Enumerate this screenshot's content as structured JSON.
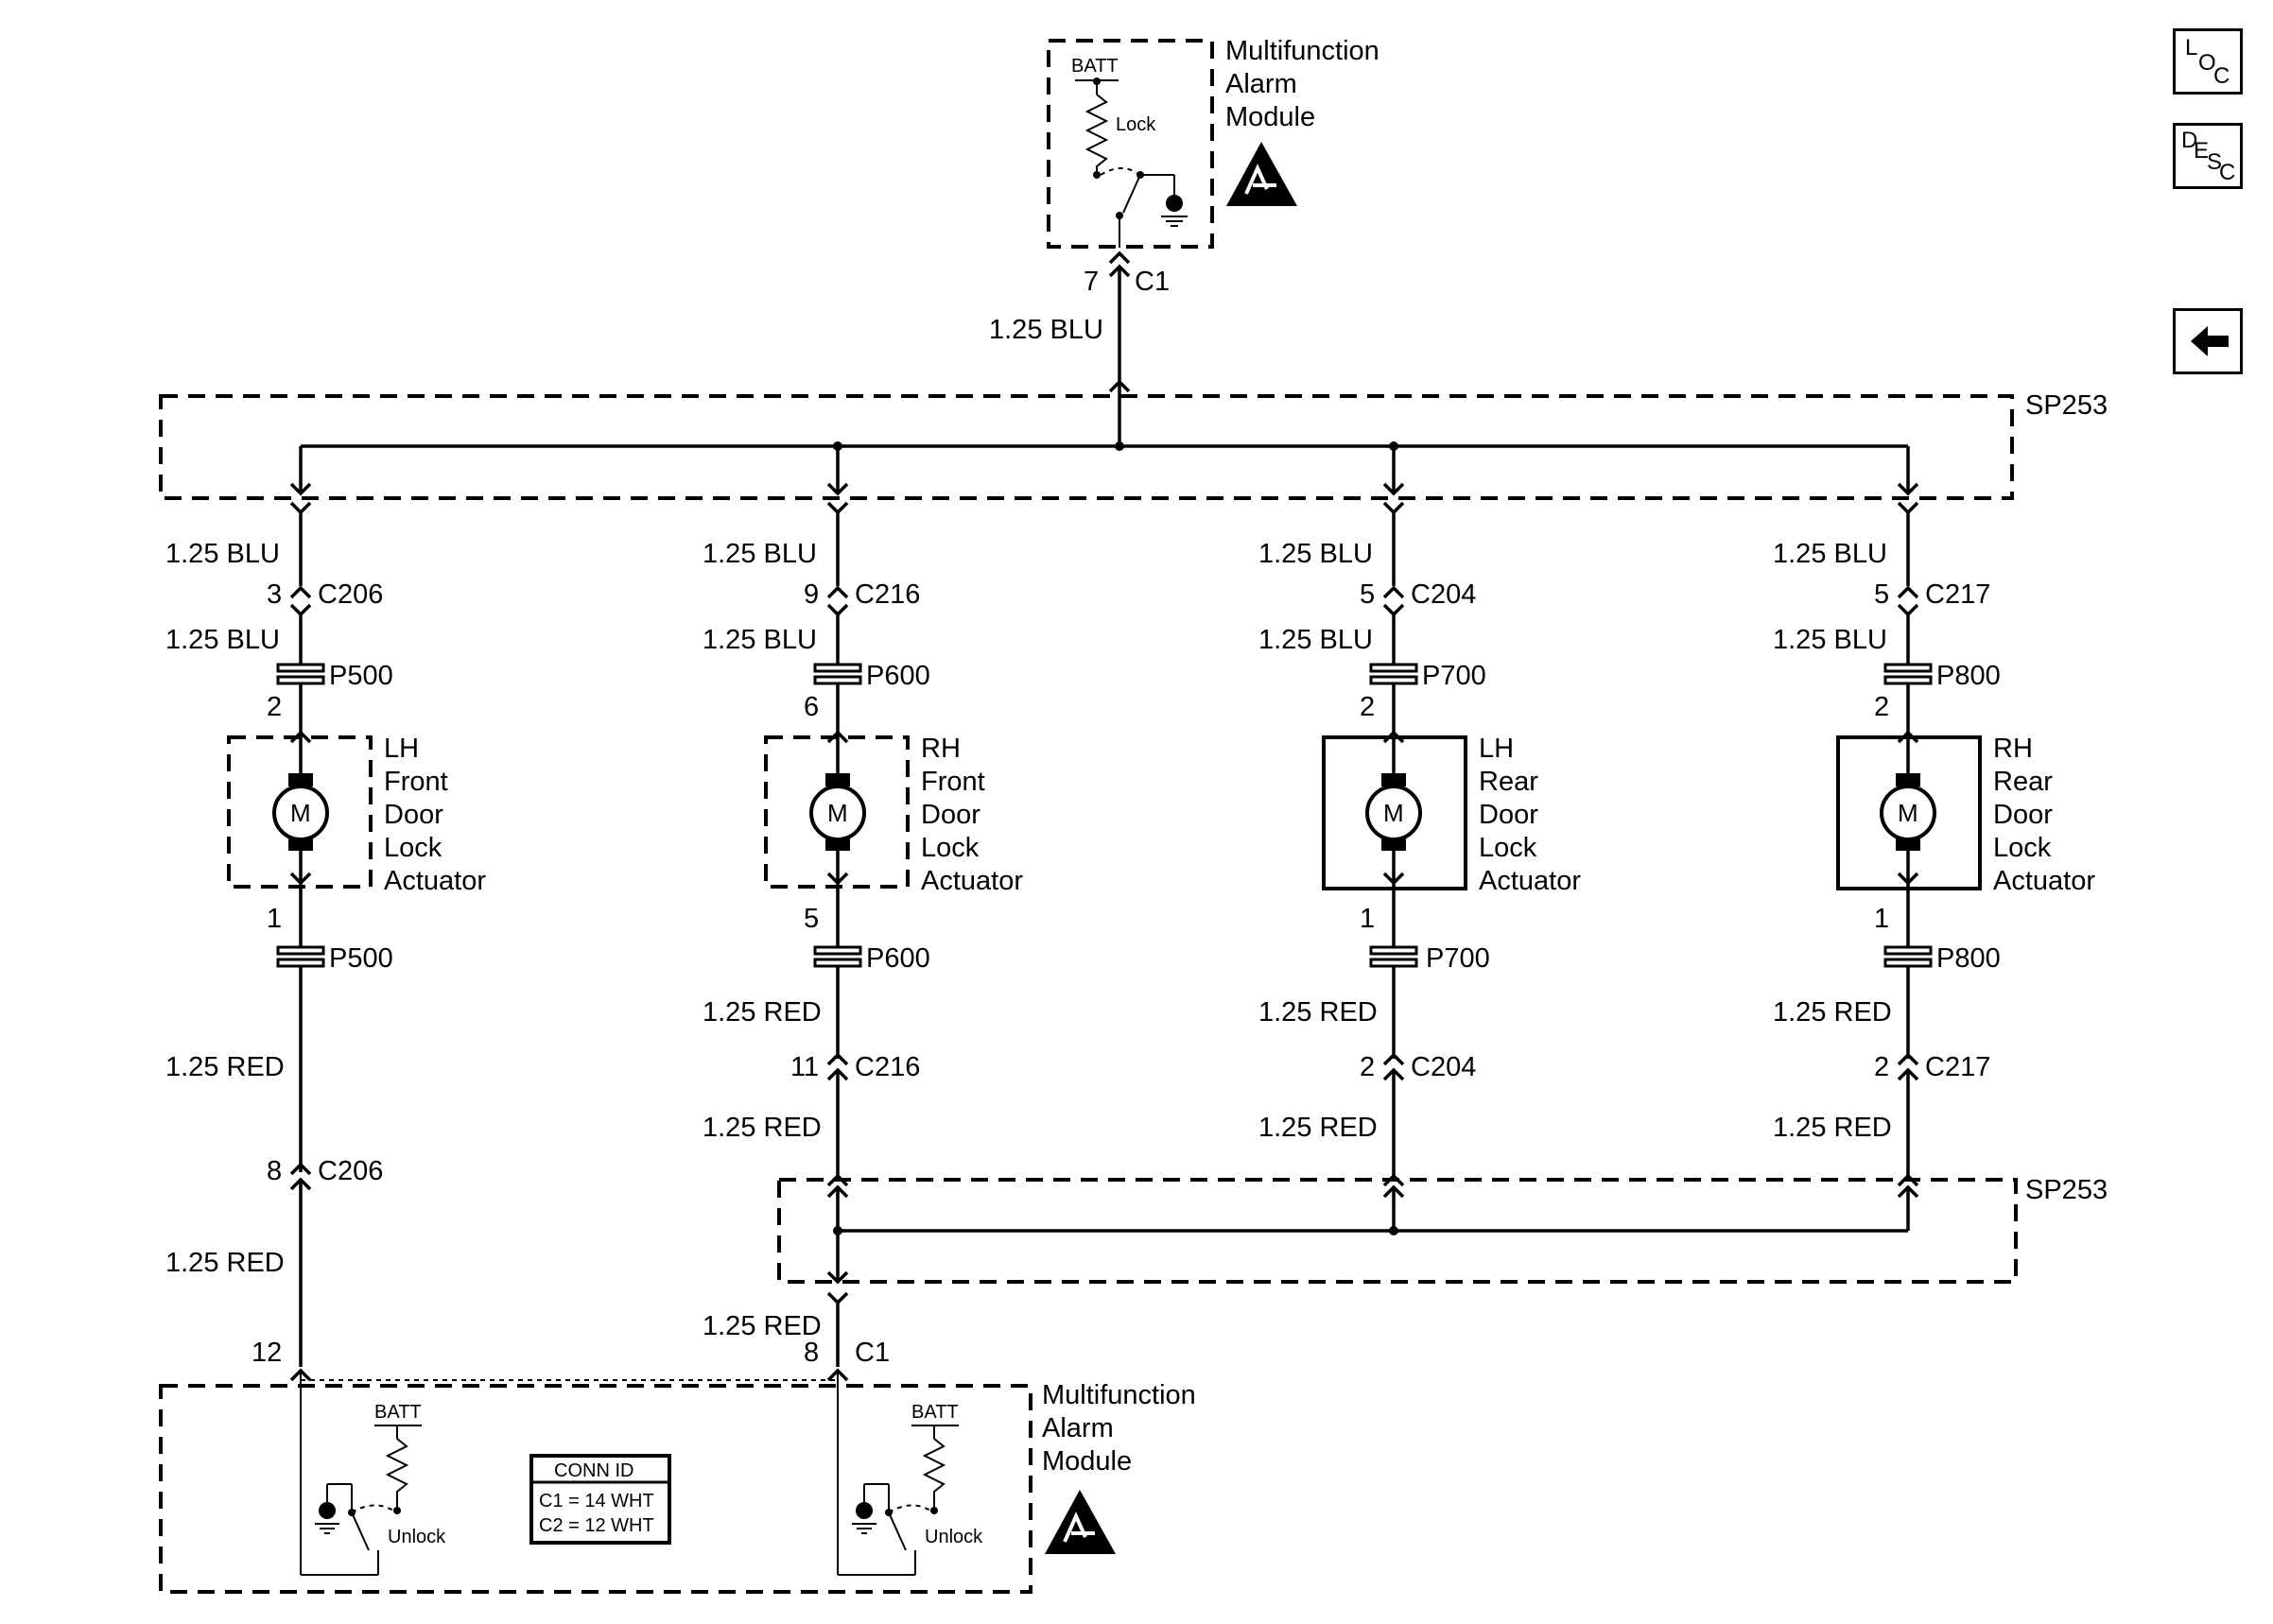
{
  "nav": {
    "loc": {
      "a": "L",
      "b": "O",
      "c": "C"
    },
    "desc": {
      "a": "D",
      "b": "E",
      "c": "S",
      "d": "C"
    },
    "back_icon": "arrow-left-icon"
  },
  "top_module": {
    "title": [
      "Multifunction",
      "Alarm",
      "Module"
    ],
    "batt": "BATT",
    "switch_label": "Lock",
    "pin": "7",
    "connector": "C1",
    "wire": "1.25 BLU",
    "esd_icon": "esd-warning-icon"
  },
  "splice_top": "SP253",
  "splice_bottom": "SP253",
  "branches": [
    {
      "key": "lhf",
      "wire_a": "1.25 BLU",
      "pin_a": "3",
      "conn_a": "C206",
      "wire_b": "1.25 BLU",
      "plug_top": "P500",
      "pin_top": "2",
      "motor": "M",
      "name": [
        "LH",
        "Front",
        "Door",
        "Lock",
        "Actuator"
      ],
      "pin_bottom": "1",
      "plug_bottom": "P500",
      "wire_c": "1.25 RED",
      "pin_c": "8",
      "conn_c": "C206",
      "wire_d": "1.25 RED",
      "pin_module": "12"
    },
    {
      "key": "rhf",
      "wire_a": "1.25 BLU",
      "pin_a": "9",
      "conn_a": "C216",
      "wire_b": "1.25 BLU",
      "plug_top": "P600",
      "pin_top": "6",
      "motor": "M",
      "name": [
        "RH",
        "Front",
        "Door",
        "Lock",
        "Actuator"
      ],
      "pin_bottom": "5",
      "plug_bottom": "P600",
      "wire_c": "1.25 RED",
      "pin_c": "11",
      "conn_c": "C216",
      "wire_d": "1.25 RED"
    },
    {
      "key": "lhr",
      "wire_a": "1.25 BLU",
      "pin_a": "5",
      "conn_a": "C204",
      "wire_b": "1.25 BLU",
      "plug_top": "P700",
      "pin_top": "2",
      "motor": "M",
      "name": [
        "LH",
        "Rear",
        "Door",
        "Lock",
        "Actuator"
      ],
      "pin_bottom": "1",
      "plug_bottom": "P700",
      "wire_c": "1.25 RED",
      "pin_c": "2",
      "conn_c": "C204",
      "wire_d": "1.25 RED"
    },
    {
      "key": "rhr",
      "wire_a": "1.25 BLU",
      "pin_a": "5",
      "conn_a": "C217",
      "wire_b": "1.25 BLU",
      "plug_top": "P800",
      "pin_top": "2",
      "motor": "M",
      "name": [
        "RH",
        "Rear",
        "Door",
        "Lock",
        "Actuator"
      ],
      "pin_bottom": "1",
      "plug_bottom": "P800",
      "wire_c": "1.25 RED",
      "pin_c": "2",
      "conn_c": "C217",
      "wire_d": "1.25 RED"
    }
  ],
  "bottom_module": {
    "title": [
      "Multifunction",
      "Alarm",
      "Module"
    ],
    "wire_in": "1.25 RED",
    "pin": "8",
    "connector": "C1",
    "batt_left": "BATT",
    "batt_right": "BATT",
    "switch_left": "Unlock",
    "switch_right": "Unlock",
    "conn_id": {
      "header": "CONN ID",
      "rows": [
        "C1 = 14 WHT",
        "C2 = 12 WHT"
      ]
    },
    "esd_icon": "esd-warning-icon"
  }
}
